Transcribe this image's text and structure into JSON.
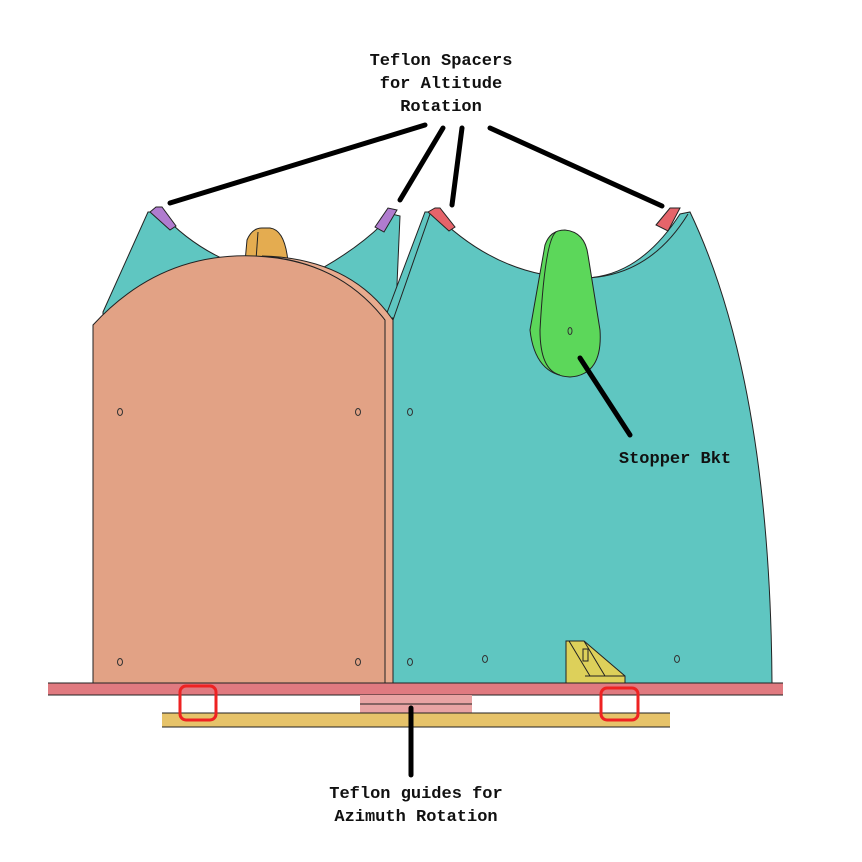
{
  "labels": {
    "spacers": [
      "Teflon Spacers",
      "for Altitude",
      "Rotation"
    ],
    "stopper": "Stopper Bkt",
    "guides": [
      "Teflon guides for",
      "Azimuth Rotation"
    ]
  },
  "colors": {
    "teal": "#5fc6c1",
    "salmon": "#e2a285",
    "green": "#5cd75a",
    "orange": "#e4ac50",
    "purple": "#b07ccf",
    "red_spacer": "#e5646a",
    "base_plate": "#e07a80",
    "guide_bar": "#e6c36a",
    "highlight": "#ee2222",
    "bracket": "#ddd05a"
  }
}
